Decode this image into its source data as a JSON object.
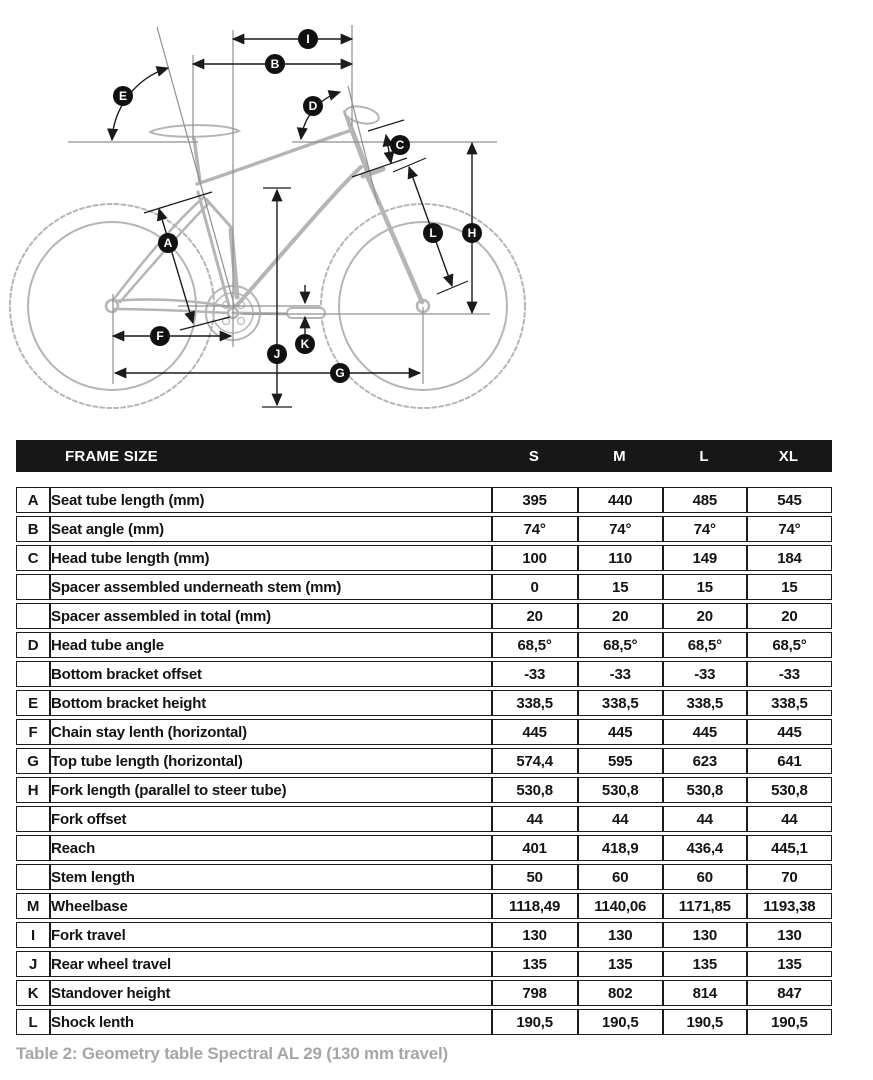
{
  "diagram": {
    "labels": [
      "A",
      "B",
      "C",
      "D",
      "E",
      "F",
      "G",
      "H",
      "I",
      "J",
      "K",
      "L"
    ]
  },
  "table": {
    "header": [
      "FRAME SIZE",
      "S",
      "M",
      "L",
      "XL"
    ],
    "rows": [
      {
        "key": "A",
        "label": "Seat tube length (mm)",
        "values": [
          "395",
          "440",
          "485",
          "545"
        ]
      },
      {
        "key": "B",
        "label": "Seat angle (mm)",
        "values": [
          "74°",
          "74°",
          "74°",
          "74°"
        ]
      },
      {
        "key": "C",
        "label": "Head tube length (mm)",
        "values": [
          "100",
          "110",
          "149",
          "184"
        ]
      },
      {
        "key": "",
        "label": "Spacer assembled underneath stem (mm)",
        "values": [
          "0",
          "15",
          "15",
          "15"
        ]
      },
      {
        "key": "",
        "label": "Spacer assembled in total (mm)",
        "values": [
          "20",
          "20",
          "20",
          "20"
        ]
      },
      {
        "key": "D",
        "label": "Head tube angle",
        "values": [
          "68,5°",
          "68,5°",
          "68,5°",
          "68,5°"
        ]
      },
      {
        "key": "",
        "label": "Bottom bracket offset",
        "values": [
          "-33",
          "-33",
          "-33",
          "-33"
        ]
      },
      {
        "key": "E",
        "label": "Bottom bracket height",
        "values": [
          "338,5",
          "338,5",
          "338,5",
          "338,5"
        ]
      },
      {
        "key": "F",
        "label": "Chain stay lenth (horizontal)",
        "values": [
          "445",
          "445",
          "445",
          "445"
        ]
      },
      {
        "key": "G",
        "label": "Top tube length (horizontal)",
        "values": [
          "574,4",
          "595",
          "623",
          "641"
        ]
      },
      {
        "key": "H",
        "label": "Fork length (parallel to steer tube)",
        "values": [
          "530,8",
          "530,8",
          "530,8",
          "530,8"
        ]
      },
      {
        "key": "",
        "label": "Fork offset",
        "values": [
          "44",
          "44",
          "44",
          "44"
        ]
      },
      {
        "key": "",
        "label": "Reach",
        "values": [
          "401",
          "418,9",
          "436,4",
          "445,1"
        ]
      },
      {
        "key": "",
        "label": "Stem length",
        "values": [
          "50",
          "60",
          "60",
          "70"
        ]
      },
      {
        "key": "M",
        "label": "Wheelbase",
        "values": [
          "1118,49",
          "1140,06",
          "1171,85",
          "1193,38"
        ]
      },
      {
        "key": "I",
        "label": "Fork travel",
        "values": [
          "130",
          "130",
          "130",
          "130"
        ]
      },
      {
        "key": "J",
        "label": "Rear wheel travel",
        "values": [
          "135",
          "135",
          "135",
          "135"
        ]
      },
      {
        "key": "K",
        "label": "Standover height",
        "values": [
          "798",
          "802",
          "814",
          "847"
        ]
      },
      {
        "key": "L",
        "label": "Shock lenth",
        "values": [
          "190,5",
          "190,5",
          "190,5",
          "190,5"
        ]
      }
    ],
    "caption": "Table 2: Geometry table Spectral AL 29 (130 mm travel)"
  }
}
